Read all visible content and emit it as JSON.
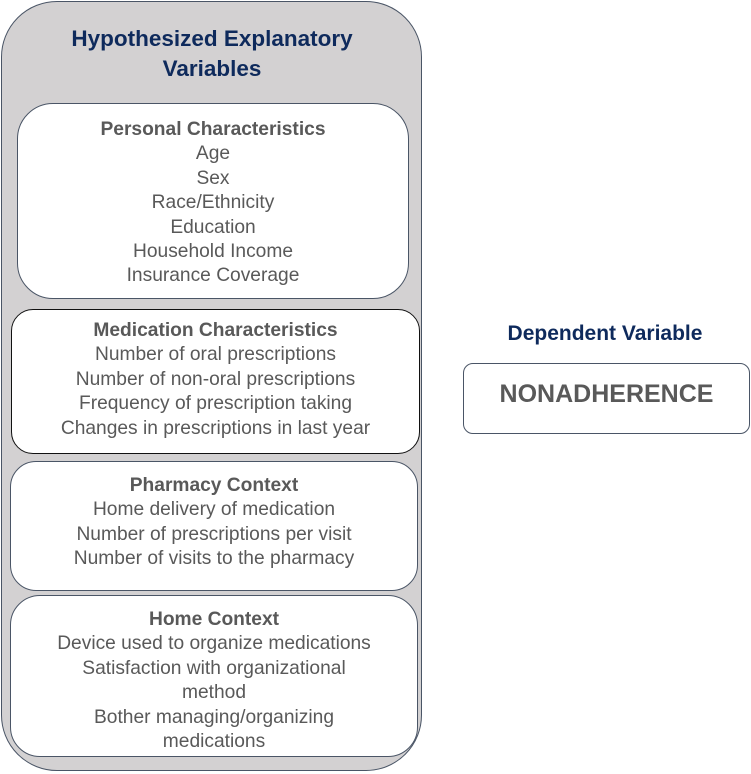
{
  "explanatory": {
    "title_line1": "Hypothesized Explanatory",
    "title_line2": "Variables",
    "boxes": [
      {
        "title": "Personal Characteristics",
        "items": [
          "Age",
          "Sex",
          "Race/Ethnicity",
          "Education",
          "Household Income",
          "Insurance Coverage"
        ]
      },
      {
        "title": "Medication Characteristics",
        "items": [
          "Number of oral prescriptions",
          "Number of non-oral prescriptions",
          "Frequency of prescription taking",
          "Changes in prescriptions in last year"
        ]
      },
      {
        "title": "Pharmacy Context",
        "items": [
          "Home delivery of medication",
          "Number of prescriptions per visit",
          "Number of visits to the pharmacy"
        ]
      },
      {
        "title": "Home Context",
        "items": [
          "Device used to organize medications",
          "Satisfaction with organizational",
          "method",
          "Bother managing/organizing",
          "medications"
        ]
      }
    ]
  },
  "dependent": {
    "label": "Dependent Variable",
    "value": "NONADHERENCE"
  },
  "colors": {
    "title_navy": "#0e2a5c",
    "panel_gray": "#d3d1d2",
    "text_gray": "#595959",
    "border": "#4a5566"
  }
}
